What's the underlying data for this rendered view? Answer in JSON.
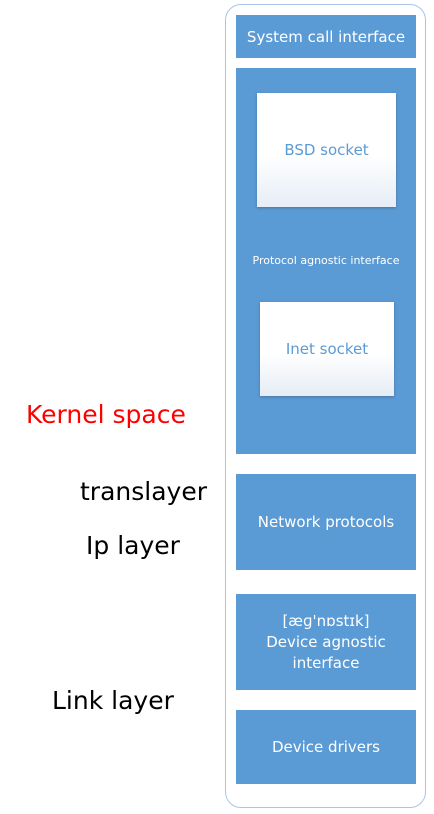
{
  "left_labels": {
    "kernel_space": "Kernel space",
    "translayer": "translayer",
    "ip_layer": "Ip layer",
    "link_layer": "Link layer"
  },
  "stack": {
    "system_call_interface": "System call interface",
    "protocol_agnostic": {
      "label": "Protocol agnostic interface",
      "bsd_socket": "BSD socket",
      "inet_socket": "Inet socket"
    },
    "network_protocols": "Network protocols",
    "device_agnostic": {
      "phonetic": "[æɡ'nɒstɪk]",
      "line1": "Device agnostic",
      "line2": "interface"
    },
    "device_drivers": "Device drivers"
  },
  "colors": {
    "block_fill": "#5b9bd5",
    "frame_border": "#a9c5e6",
    "kernel_space_text": "#ff0000",
    "label_text": "#000000"
  }
}
